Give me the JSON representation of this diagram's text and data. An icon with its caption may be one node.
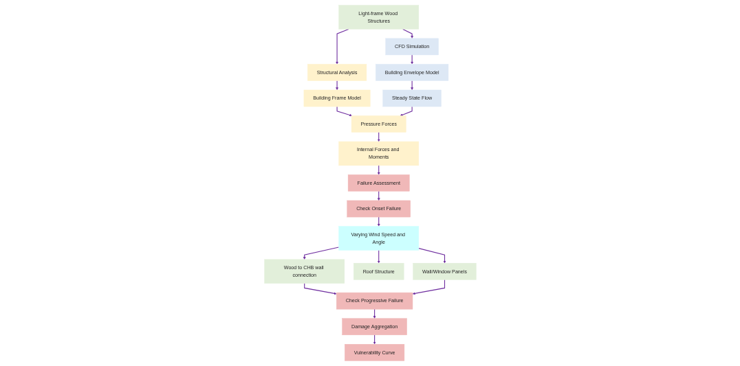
{
  "diagram": {
    "nodes": [
      {
        "text": [
          "Light-frame Wood Structures"
        ]
      },
      {
        "text": [
          "CFD Simulation"
        ]
      },
      {
        "text": [
          "Structural Analysis"
        ]
      },
      {
        "text": [
          "Building Envelope Model"
        ]
      },
      {
        "text": [
          "Building Frame Model"
        ]
      },
      {
        "text": [
          "Steady State Flow"
        ]
      },
      {
        "text": [
          "Pressure Forces"
        ]
      },
      {
        "text": [
          "Internal Forces and Moments"
        ]
      },
      {
        "text": [
          "Failure Assessment"
        ]
      },
      {
        "text": [
          "Check Onset Failure"
        ]
      },
      {
        "text": [
          "Varying Wind Speed and Angle"
        ]
      },
      {
        "text": [
          "Wood to CHB wall connection"
        ]
      },
      {
        "text": [
          "Roof Structure"
        ]
      },
      {
        "text": [
          "Wall/Window Panels"
        ]
      },
      {
        "text": [
          "Check Progressive Failure"
        ]
      },
      {
        "text": [
          "Damage Aggregation"
        ]
      },
      {
        "text": [
          "Vulnerability Curve"
        ]
      }
    ],
    "edges": [
      {
        "from": 0,
        "to": 1,
        "arrow": "to"
      },
      {
        "from": 0,
        "to": 2,
        "arrow": "to"
      },
      {
        "from": 1,
        "to": 3,
        "arrow": "to"
      },
      {
        "from": 3,
        "to": 5,
        "arrow": "to"
      },
      {
        "from": 2,
        "to": 4,
        "arrow": "to"
      },
      {
        "from": 4,
        "to": 6,
        "arrow": "to"
      },
      {
        "from": 5,
        "to": 6,
        "arrow": "to"
      },
      {
        "from": 6,
        "to": 7,
        "arrow": "to"
      },
      {
        "from": 7,
        "to": 8,
        "arrow": "to"
      },
      {
        "from": 8,
        "to": 9,
        "arrow": "to"
      },
      {
        "from": 9,
        "to": 10,
        "arrow": "to"
      },
      {
        "from": 10,
        "to": 11,
        "arrow": "to"
      },
      {
        "from": 10,
        "to": 12,
        "arrow": "to"
      },
      {
        "from": 10,
        "to": 13,
        "arrow": "to"
      },
      {
        "from": 11,
        "to": 14,
        "arrow": "to"
      },
      {
        "from": 13,
        "to": 14,
        "arrow": "to"
      },
      {
        "from": 14,
        "to": 15,
        "arrow": "to"
      },
      {
        "from": 15,
        "to": 16,
        "arrow": "to"
      }
    ]
  }
}
